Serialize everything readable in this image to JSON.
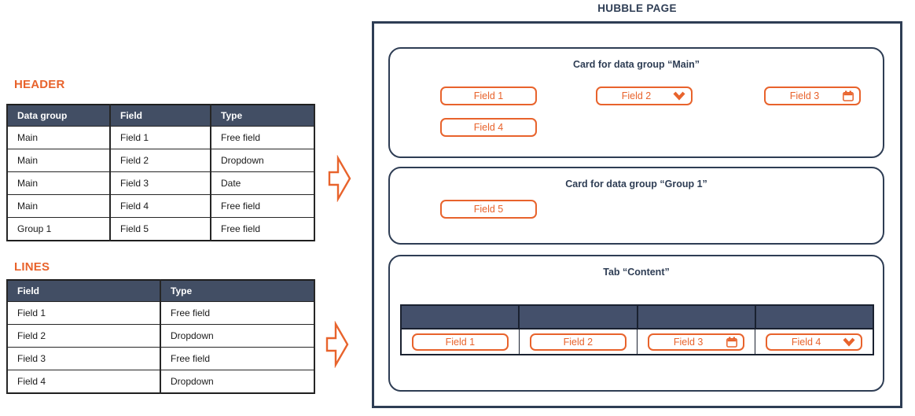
{
  "page_title": "HUBBLE PAGE",
  "header_section": {
    "label": "HEADER",
    "table": {
      "columns": [
        "Data group",
        "Field",
        "Type"
      ],
      "rows": [
        [
          "Main",
          "Field 1",
          "Free field"
        ],
        [
          "Main",
          "Field 2",
          "Dropdown"
        ],
        [
          "Main",
          "Field 3",
          "Date"
        ],
        [
          "Main",
          "Field 4",
          "Free field"
        ],
        [
          "Group 1",
          "Field 5",
          "Free field"
        ]
      ]
    }
  },
  "lines_section": {
    "label": "LINES",
    "table": {
      "columns": [
        "Field",
        "Type"
      ],
      "rows": [
        [
          "Field 1",
          "Free field"
        ],
        [
          "Field 2",
          "Dropdown"
        ],
        [
          "Field 3",
          "Free field"
        ],
        [
          "Field 4",
          "Dropdown"
        ]
      ]
    }
  },
  "hubble_page": {
    "title": "HUBBLE PAGE",
    "cards": [
      {
        "title": "Card for data group “Main”",
        "fields": [
          {
            "label": "Field 1",
            "icon": "none"
          },
          {
            "label": "Field 2",
            "icon": "dropdown"
          },
          {
            "label": "Field 3",
            "icon": "calendar"
          },
          {
            "label": "Field 4",
            "icon": "none"
          }
        ]
      },
      {
        "title": "Card for data group “Group 1”",
        "fields": [
          {
            "label": "Field 5",
            "icon": "none"
          }
        ]
      },
      {
        "title": "Tab “Content”",
        "fields": [
          {
            "label": "Field 1",
            "icon": "none"
          },
          {
            "label": "Field 2",
            "icon": "none"
          },
          {
            "label": "Field 3",
            "icon": "calendar"
          },
          {
            "label": "Field 4",
            "icon": "dropdown"
          }
        ]
      }
    ]
  },
  "colors": {
    "accent_orange": "#E8632C",
    "navy_border": "#2E3D54",
    "table_header_fill": "#424E64"
  }
}
